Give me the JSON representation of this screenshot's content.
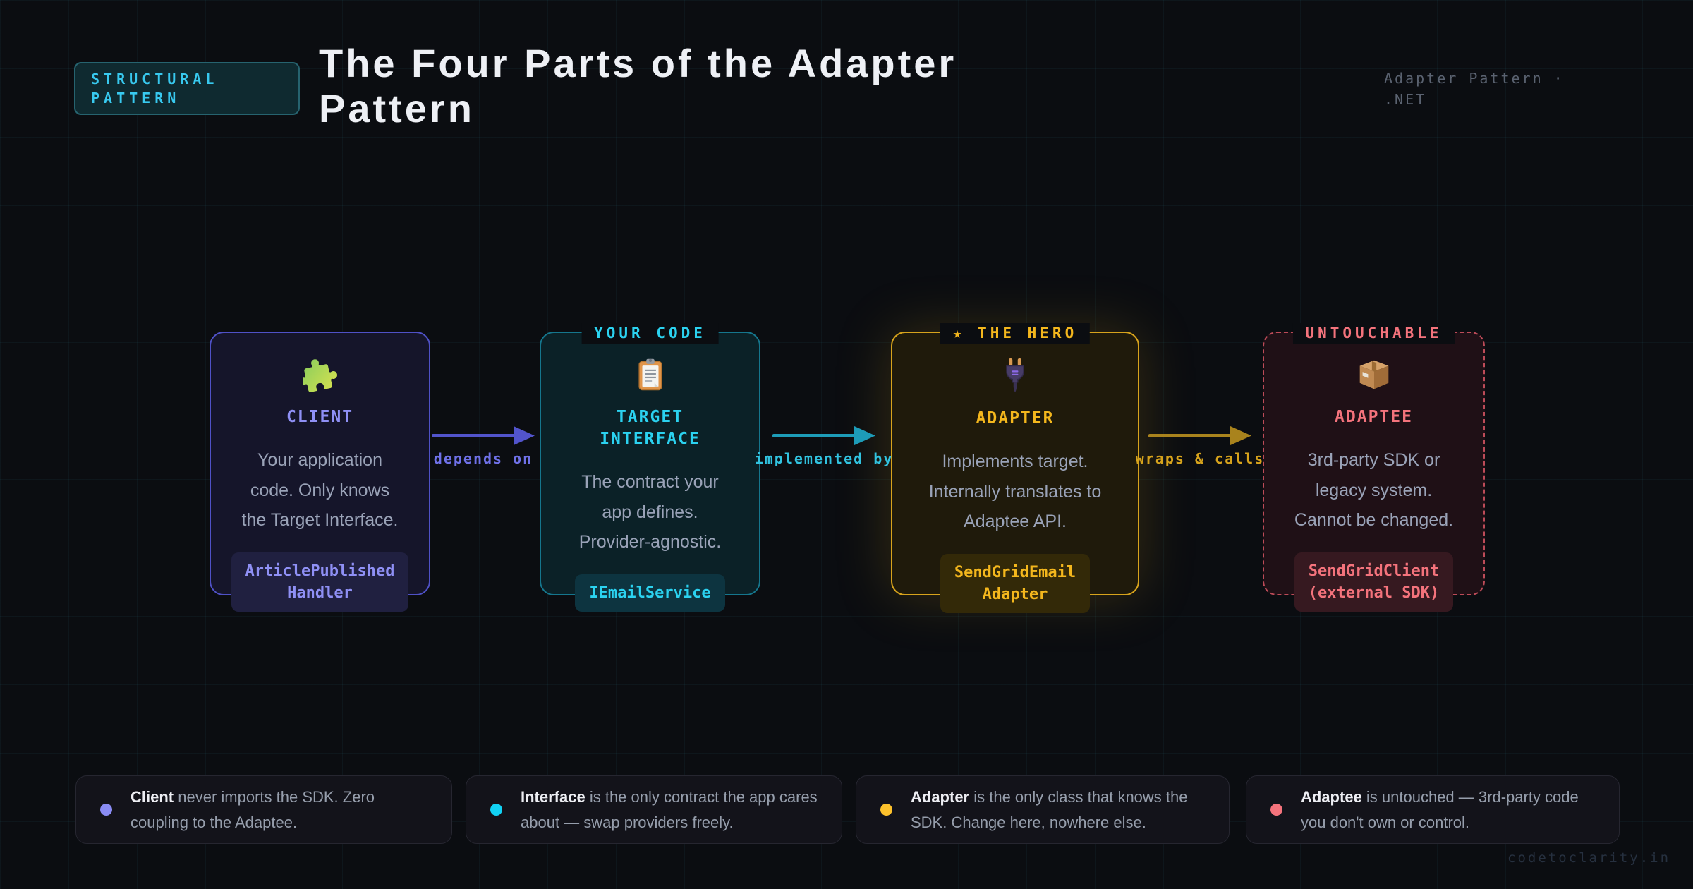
{
  "header": {
    "badge_line1": "STRUCTURAL",
    "badge_line2": "PATTERN",
    "title_line1": "The Four Parts of the Adapter",
    "title_line2": "Pattern",
    "meta_line1": "Adapter Pattern ·",
    "meta_line2": ".NET"
  },
  "cards": [
    {
      "id": "client",
      "label": "",
      "icon": "puzzle-piece-icon",
      "title_lines": [
        "CLIENT"
      ],
      "body_lines": [
        "Your application",
        "code. Only knows",
        "the Target Interface."
      ],
      "chip_lines": [
        "ArticlePublished",
        "Handler"
      ],
      "accent": "#8f90f5",
      "border_color": "#4f51c6"
    },
    {
      "id": "target-interface",
      "label": "YOUR CODE",
      "icon": "clipboard-icon",
      "title_lines": [
        "TARGET",
        "INTERFACE"
      ],
      "body_lines": [
        "The contract your",
        "app defines.",
        "Provider-agnostic."
      ],
      "chip_lines": [
        "IEmailService"
      ],
      "accent": "#2bd2f0",
      "border_color": "#15768d"
    },
    {
      "id": "adapter",
      "label": "★ THE HERO",
      "icon": "plug-icon",
      "title_lines": [
        "ADAPTER"
      ],
      "body_lines": [
        "Implements target.",
        "Internally translates to",
        "Adaptee API."
      ],
      "chip_lines": [
        "SendGridEmail",
        "Adapter"
      ],
      "accent": "#f4b71d",
      "border_color": "#d7a31c"
    },
    {
      "id": "adaptee",
      "label": "UNTOUCHABLE",
      "icon": "package-icon",
      "title_lines": [
        "ADAPTEE"
      ],
      "body_lines": [
        "3rd-party SDK or",
        "legacy system.",
        "Cannot be changed."
      ],
      "chip_lines": [
        "SendGridClient",
        "(external SDK)"
      ],
      "accent": "#f4737c",
      "border_color": "#bd4b58"
    }
  ],
  "arrows": [
    {
      "label": "depends on",
      "line_color": "#5254cc",
      "label_color": "#6f71e8"
    },
    {
      "label": "implemented by",
      "line_color": "#1d9cb8",
      "label_color": "#31c3e0"
    },
    {
      "label": "wraps & calls",
      "line_color": "#a9831d",
      "label_color": "#d7a31c"
    }
  ],
  "notes": [
    {
      "lead": "Client",
      "text": " never imports the SDK. Zero coupling to the Adaptee.",
      "bullet_color": "#8a8cf4"
    },
    {
      "lead": "Interface",
      "text": " is the only contract the app cares about — swap providers freely.",
      "bullet_color": "#12d2f4"
    },
    {
      "lead": "Adapter",
      "text": " is the only class that knows the SDK. Change here, nowhere else.",
      "bullet_color": "#fcc12c"
    },
    {
      "lead": "Adaptee",
      "text": " is untouched — 3rd-party code you don't own or control.",
      "bullet_color": "#f4737c"
    }
  ],
  "footer": {
    "watermark": "codetoclarity.in"
  }
}
